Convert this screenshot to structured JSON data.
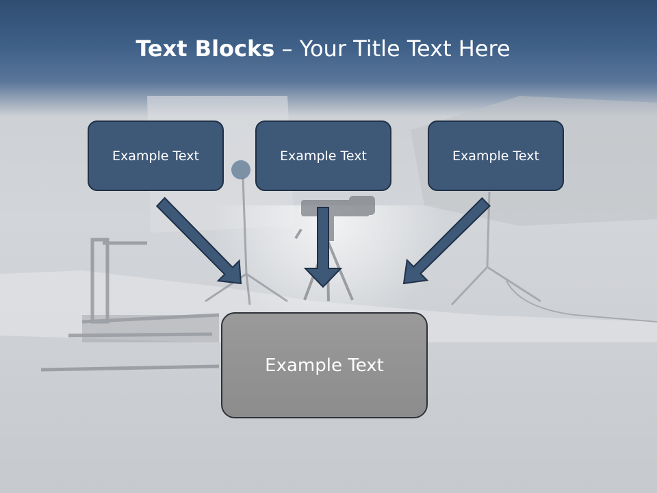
{
  "title": {
    "bold": "Text Blocks",
    "separator": " – ",
    "rest": "Your Title Text Here"
  },
  "blocks": {
    "left": "Example Text",
    "center": "Example Text",
    "right": "Example Text",
    "bottom": "Example Text"
  },
  "colors": {
    "header": "#3f6088",
    "block_fill": "#3e5878",
    "block_border": "#1f3047",
    "arrow_fill": "#3e5878",
    "bottom_fill": "#909090"
  }
}
